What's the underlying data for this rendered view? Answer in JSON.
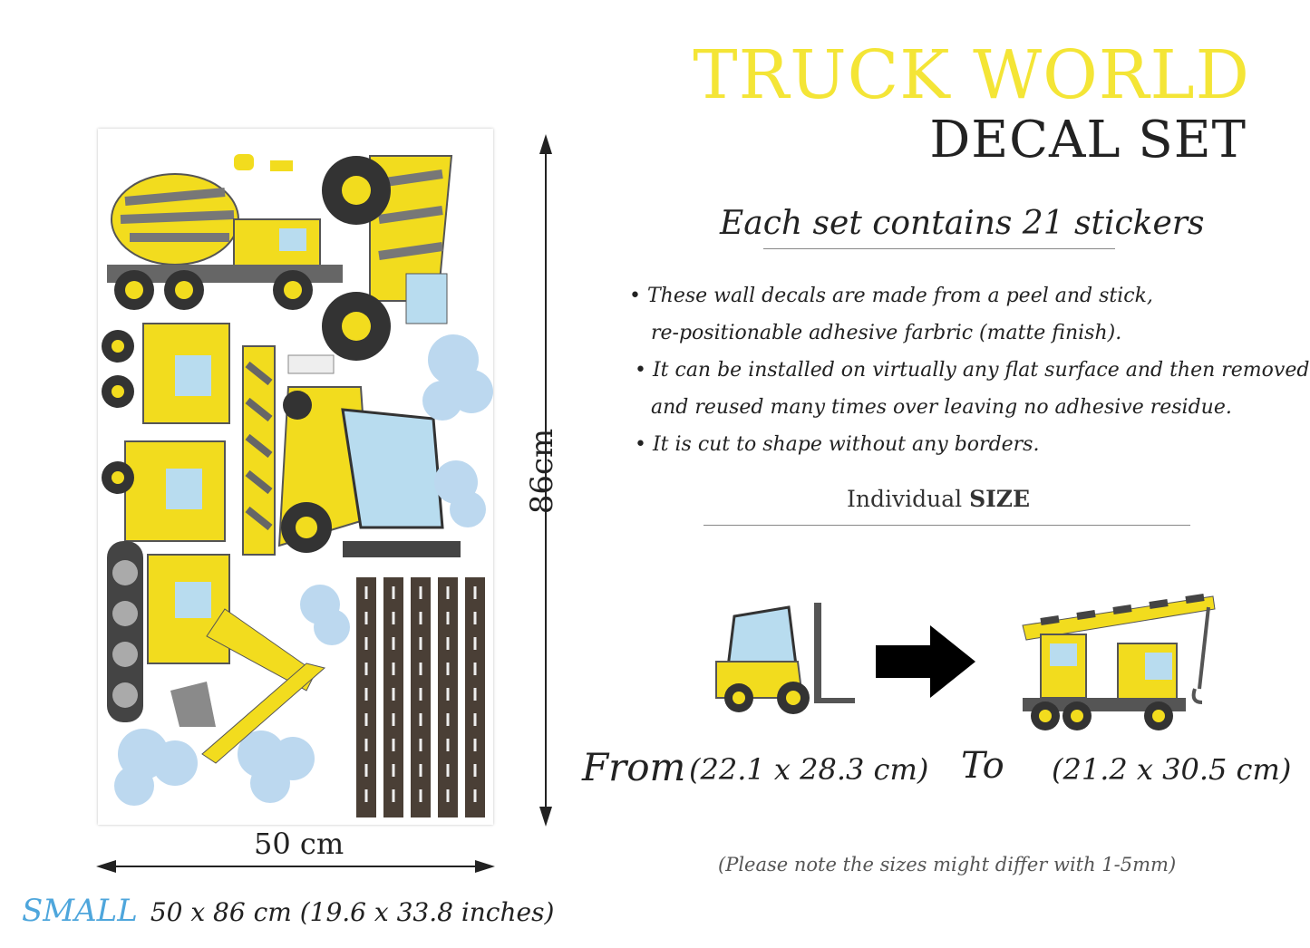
{
  "title": {
    "main": "TRUCK WORLD",
    "sub": "DECAL SET"
  },
  "count_heading": "Each set contains 21 stickers",
  "bullets": {
    "b1_line1": "• These wall decals are made from a peel and stick,",
    "b1_line2": "re-positionable adhesive farbric (matte finish).",
    "b2_line1": "• It can be installed on virtually any flat surface and then removed",
    "b2_line2": "and reused many times over leaving no adhesive residue.",
    "b3_line1": "• It is cut to shape without any borders."
  },
  "individual_size": {
    "prefix": "Individual",
    "bold": "SIZE"
  },
  "from": {
    "label": "From",
    "value": "(22.1 x 28.3 cm)"
  },
  "to": {
    "label": "To",
    "value": "(21.2 x 30.5 cm)"
  },
  "note": "(Please note the sizes might differ with 1-5mm)",
  "dimensions": {
    "height": "86cm",
    "width": "50 cm"
  },
  "size_option": {
    "name": "SMALL",
    "text": "50 x 86 cm (19.6 x 33.8 inches)"
  },
  "colors": {
    "title_yellow": "#f4e536",
    "size_blue": "#4ea6dc",
    "truck_yellow": "#f2dc1e",
    "road_brown": "#4a3f36"
  }
}
